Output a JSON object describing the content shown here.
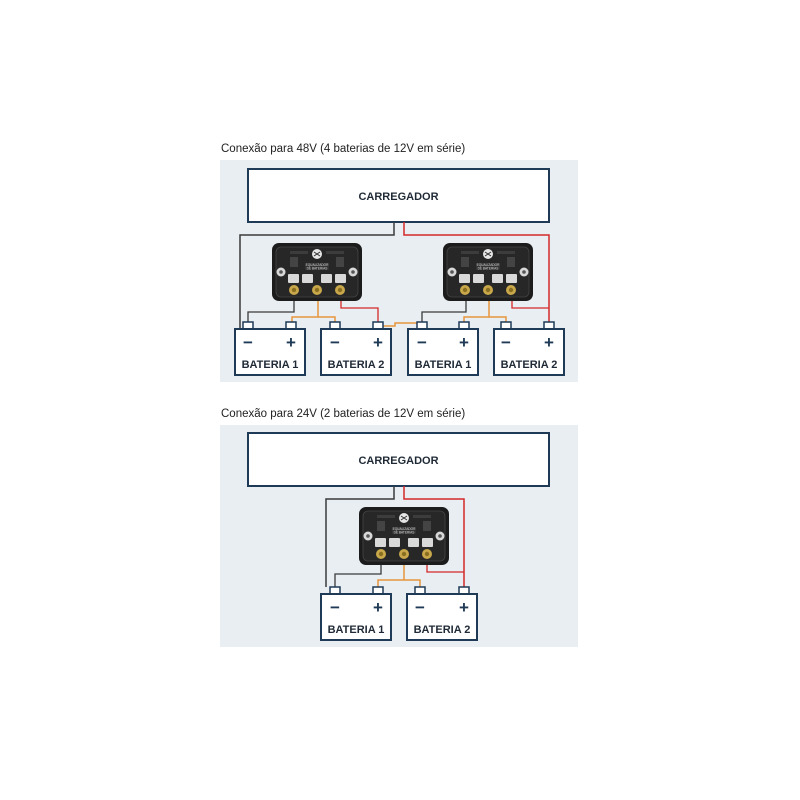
{
  "diagram_48v": {
    "caption": "Conexão para 48V (4 baterias de 12V em série)",
    "charger_label": "CARREGADOR",
    "batteries": [
      {
        "label": "BATERIA 1",
        "minus": "−",
        "plus": "+"
      },
      {
        "label": "BATERIA 2",
        "minus": "−",
        "plus": "+"
      },
      {
        "label": "BATERIA 1",
        "minus": "−",
        "plus": "+"
      },
      {
        "label": "BATERIA 2",
        "minus": "−",
        "plus": "+"
      }
    ]
  },
  "diagram_24v": {
    "caption": "Conexão para 24V (2 baterias de 12V em série)",
    "charger_label": "CARREGADOR",
    "batteries": [
      {
        "label": "BATERIA 1",
        "minus": "−",
        "plus": "+"
      },
      {
        "label": "BATERIA 2",
        "minus": "−",
        "plus": "+"
      }
    ]
  },
  "colors": {
    "panel": "#e9eef3",
    "outline": "#1f3a56",
    "wire_negative": "#3a3a3a",
    "wire_positive": "#d42828",
    "wire_link": "#e8963c",
    "module_body": "#1c1c1c"
  },
  "icons": [
    "equalizer-module-icon"
  ]
}
